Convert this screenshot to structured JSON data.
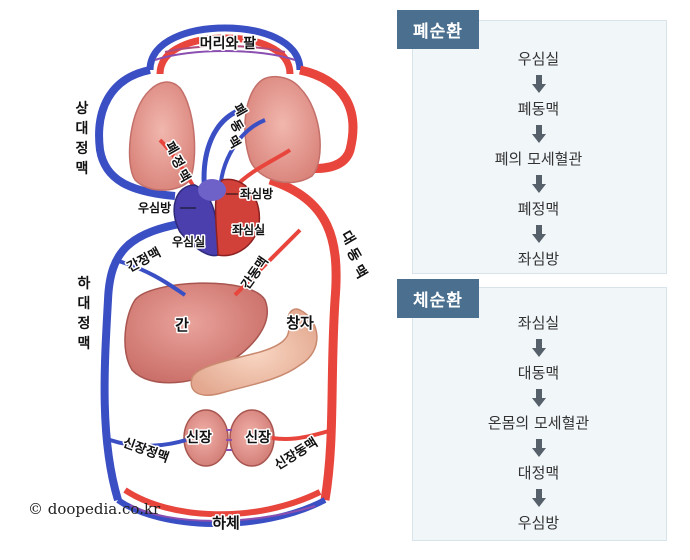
{
  "diagram": {
    "labels": {
      "head_arms": "머리와 팔",
      "superior_vena_cava": [
        "상",
        "대",
        "정",
        "맥"
      ],
      "pulmonary_artery": [
        "폐",
        "동",
        "맥"
      ],
      "pulmonary_vein": [
        "폐",
        "정",
        "맥"
      ],
      "left_atrium": "좌심방",
      "right_atrium": "우심방",
      "left_ventricle": "좌심실",
      "right_ventricle": "우심실",
      "aorta": [
        "대",
        "동",
        "맥"
      ],
      "hepatic_vein": "간정맥",
      "hepatic_artery": "간동맥",
      "inferior_vena_cava": [
        "하",
        "대",
        "정",
        "맥"
      ],
      "liver": "간",
      "intestine": "창자",
      "kidney_left": "신장",
      "kidney_right": "신장",
      "renal_vein": "신장정맥",
      "renal_artery": "신장동맥",
      "lower_body": "하체"
    },
    "credit": "© doopedia.co.kr",
    "colors": {
      "artery": "#e8453c",
      "vein": "#3b4fc4",
      "organ": "#e8a8a0",
      "panel_header": "#4a6f8f",
      "arrow": "#55606a"
    }
  },
  "pulmonary": {
    "title": "폐순환",
    "steps": [
      "우심실",
      "폐동맥",
      "폐의 모세혈관",
      "폐정맥",
      "좌심방"
    ],
    "arrow_icon": "down-arrow-icon"
  },
  "systemic": {
    "title": "체순환",
    "steps": [
      "좌심실",
      "대동맥",
      "온몸의 모세혈관",
      "대정맥",
      "우심방"
    ],
    "arrow_icon": "down-arrow-icon"
  }
}
